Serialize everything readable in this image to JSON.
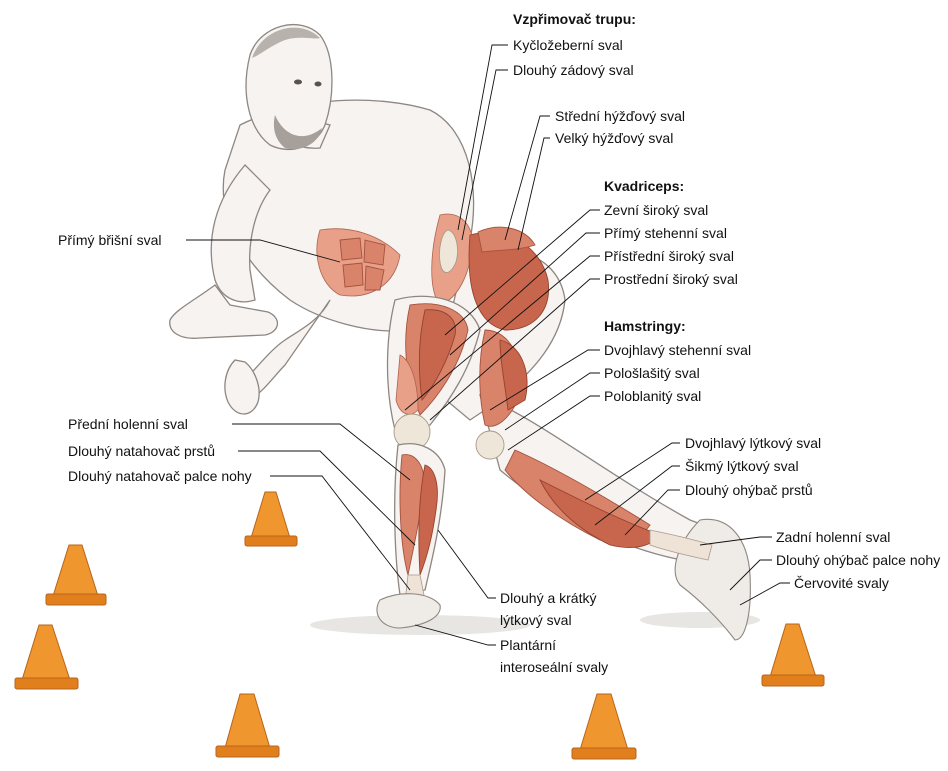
{
  "groups": {
    "vzprimovac": "Vzpřimovač trupu:",
    "kvadriceps": "Kvadriceps:",
    "hamstringy": "Hamstringy:"
  },
  "labels": {
    "kyclozeberni": "Kyčložeberní sval",
    "dlouhy_zadovy": "Dlouhý zádový sval",
    "stredni_hyzdovy": "Střední hýžďový sval",
    "velky_hyzdovy": "Velký hýžďový sval",
    "zevni_siroky": "Zevní široký sval",
    "primy_stehenni": "Přímý stehenní sval",
    "pristredni_siroky": "Přístřední široký sval",
    "prostredni_siroky": "Prostřední široký sval",
    "dvojhlavy_stehenni": "Dvojhlavý stehenní sval",
    "poloslasity": "Pološlašitý sval",
    "poloblanity": "Poloblanitý sval",
    "primy_bricni": "Přímý břišní sval",
    "predni_holenni": "Přední holenní sval",
    "dlouhy_natahovac_prstu": "Dlouhý natahovač prstů",
    "dlouhy_natahovac_palce": "Dlouhý natahovač palce nohy",
    "dvojhlavy_lytkovy": "Dvojhlavý lýtkový sval",
    "sikmy_lytkovy": "Šikmý lýtkový sval",
    "dlouhy_ohybac_prstu": "Dlouhý ohýbač prstů",
    "zadni_holenni": "Zadní holenní sval",
    "dlouhy_ohybac_palce": "Dlouhý ohýbač palce nohy",
    "cervovite": "Červovité svaly",
    "lytkovy_line1": "Dlouhý a krátký",
    "lytkovy_line2": "lýtkový sval",
    "plantarni_line1": "Plantární",
    "plantarni_line2": "interoseální svaly"
  },
  "colors": {
    "muscle": "#d9836a",
    "cone": "#f0962e",
    "skin": "#f6f3f1"
  }
}
